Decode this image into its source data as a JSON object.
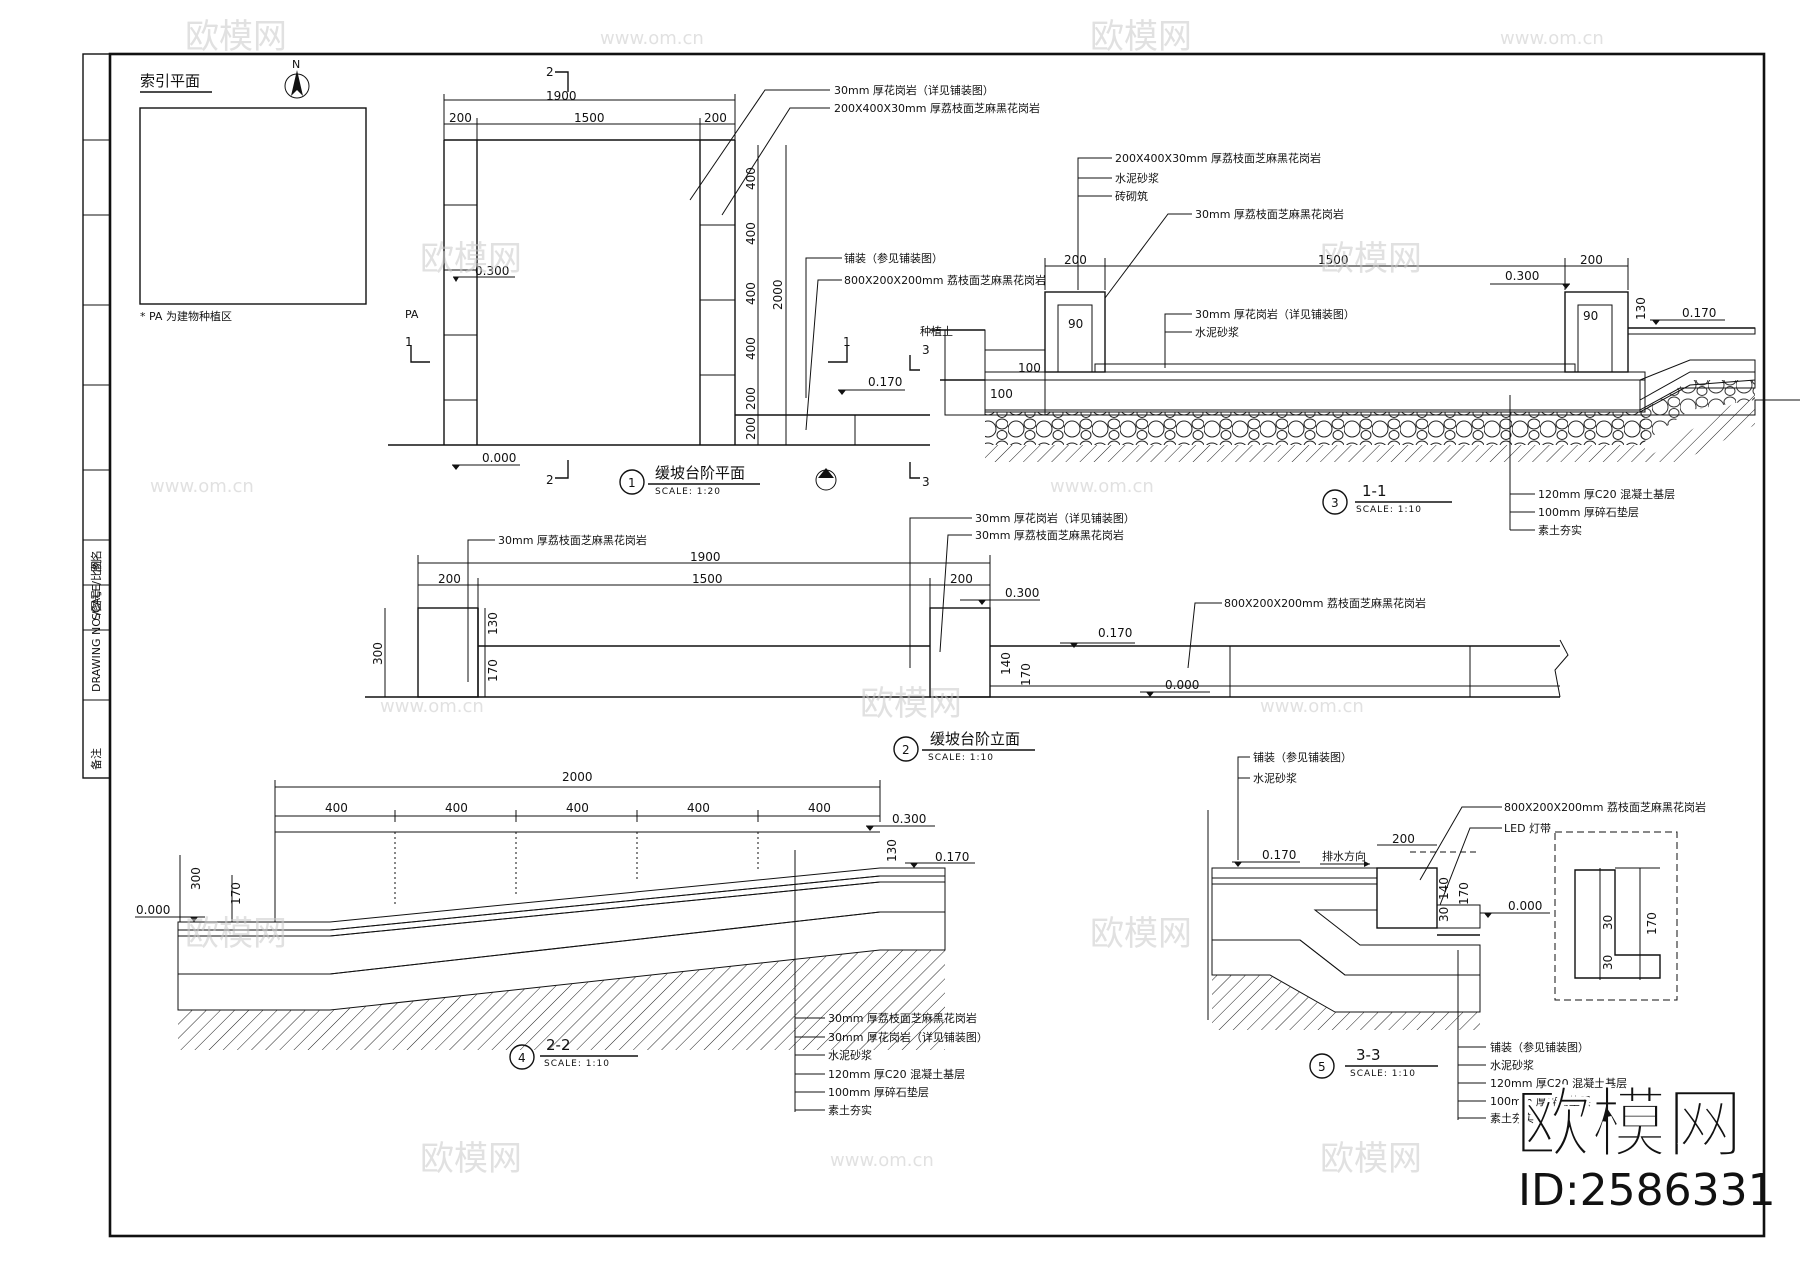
{
  "index_plan": {
    "title": "索引平面",
    "north": "N",
    "note": "* PA 为建物种植区",
    "area_label": "PA"
  },
  "drawing1": {
    "title": "缓坡台阶平面",
    "num": "1",
    "scale": "SCALE:    1:20",
    "dims": {
      "total": "1900",
      "left": "200",
      "mid": "1500",
      "right": "200",
      "v1": "400",
      "v2": "400",
      "v3": "400",
      "v4": "400",
      "v5": "200",
      "v6": "200",
      "vtotal": "2000"
    },
    "levels": {
      "l1": "0.300",
      "l2": "0.170",
      "l3": "0.000"
    },
    "notes": [
      "30mm 厚花岗岩（详见铺装图）",
      "200X400X30mm 厚荔枝面芝麻黑花岗岩",
      "铺装（参见铺装图）",
      "800X200X200mm 荔枝面芝麻黑花岗岩"
    ],
    "cuts": {
      "c1a": "1",
      "c1b": "1",
      "c2a": "2",
      "c2b": "2",
      "c3a": "3",
      "c3b": "3"
    }
  },
  "drawing2": {
    "title": "缓坡台阶立面",
    "num": "2",
    "scale": "SCALE:         1:10",
    "dims": {
      "total": "1900",
      "left": "200",
      "mid": "1500",
      "right": "200",
      "h300": "300",
      "h130": "130",
      "h170": "170",
      "h140": "140",
      "h170b": "170"
    },
    "levels": {
      "l1": "0.300",
      "l2": "0.170",
      "l3": "0.000"
    },
    "notes": [
      "30mm 厚荔枝面芝麻黑花岗岩",
      "30mm 厚花岗岩（详见铺装图）",
      "30mm 厚荔枝面芝麻黑花岗岩",
      "800X200X200mm 荔枝面芝麻黑花岗岩"
    ]
  },
  "drawing3": {
    "title": "1-1",
    "num": "3",
    "scale": "SCALE:    1:10",
    "dims": {
      "left": "200",
      "mid": "1500",
      "right": "200",
      "d90a": "90",
      "d90b": "90",
      "d130": "130",
      "d100a": "100",
      "d100b": "100"
    },
    "levels": {
      "l1": "0.300",
      "l2": "0.170"
    },
    "side_label": "种植土",
    "notes_top": [
      "200X400X30mm 厚荔枝面芝麻黑花岗岩",
      "水泥砂浆",
      "砖砌筑",
      "30mm 厚荔枝面芝麻黑花岗岩"
    ],
    "notes_mid": [
      "30mm 厚花岗岩（详见铺装图）",
      "水泥砂浆"
    ],
    "notes_bottom": [
      "120mm 厚C20 混凝土基层",
      "100mm 厚碎石垫层",
      "素土夯实"
    ]
  },
  "drawing4": {
    "title": "2-2",
    "num": "4",
    "scale": "SCALE:    1:10",
    "dims": {
      "total": "2000",
      "d1": "400",
      "d2": "400",
      "d3": "400",
      "d4": "400",
      "d5": "400",
      "h300": "300",
      "h170": "170",
      "h130": "130"
    },
    "levels": {
      "l0": "0.000",
      "l1": "0.300",
      "l2": "0.170"
    },
    "notes": [
      "30mm 厚荔枝面芝麻黑花岗岩",
      "30mm 厚花岗岩（详见铺装图）",
      "水泥砂浆",
      "120mm 厚C20 混凝土基层",
      "100mm 厚碎石垫层",
      "素土夯实"
    ]
  },
  "drawing5": {
    "title": "3-3",
    "num": "5",
    "scale": "SCALE:    1:10",
    "dims": {
      "w200": "200",
      "h140": "140",
      "h170": "170",
      "h30": "30",
      "d30a": "30",
      "d170": "170",
      "d30b": "30"
    },
    "levels": {
      "l1": "0.170",
      "l2": "0.000"
    },
    "drain": "排水方向",
    "notes_top": [
      "铺装（参见铺装图）",
      "水泥砂浆",
      "800X200X200mm 荔枝面芝麻黑花岗岩",
      "LED 灯带"
    ],
    "notes_bottom": [
      "铺装（参见铺装图）",
      "水泥砂浆",
      "120mm 厚C20 混凝土基层",
      "100mm 厚碎石垫层",
      "素土夯实"
    ]
  },
  "titleblock": {
    "t1": "图名",
    "t2": "SCALE/比例",
    "t3": "DRAWING NO./图号",
    "t4": "备注"
  },
  "watermark": {
    "brand": "欧模网",
    "url": "www.om.cn",
    "id": "ID:2586331"
  }
}
